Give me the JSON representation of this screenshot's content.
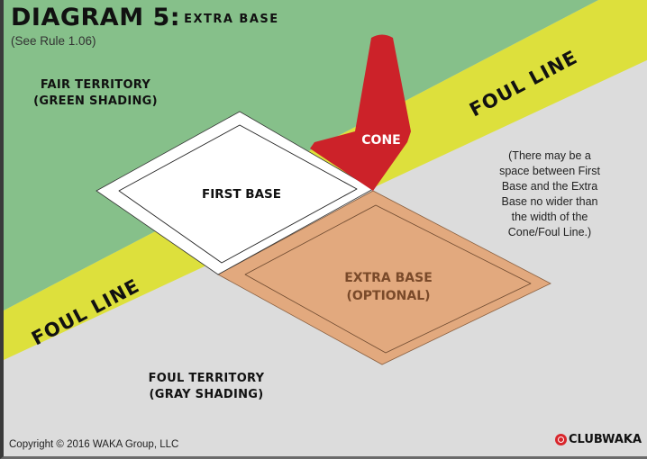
{
  "header": {
    "title": "DIAGRAM 5:",
    "subtitle": "EXTRA BASE",
    "rule_reference": "(See Rule 1.06)"
  },
  "regions": {
    "fair_territory": {
      "line1": "FAIR TERRITORY",
      "line2": "(GREEN SHADING)",
      "color": "#86c08a"
    },
    "foul_territory": {
      "line1": "FOUL TERRITORY",
      "line2": "(GRAY SHADING)",
      "color": "#dcdcdc"
    },
    "foul_line": {
      "label_upper": "FOUL LINE",
      "label_lower": "FOUL LINE",
      "color": "#dde03c"
    }
  },
  "objects": {
    "cone": {
      "label": "CONE",
      "color": "#cc2229"
    },
    "first_base": {
      "label": "FIRST BASE",
      "color": "#ffffff"
    },
    "extra_base": {
      "line1": "EXTRA BASE",
      "line2": "(OPTIONAL)",
      "color": "#e2a97e",
      "text_color": "#7a4a2a"
    }
  },
  "note": {
    "lines": [
      "(There may be a",
      "space between First",
      "Base and the Extra",
      "Base no wider than",
      "the width of the",
      "Cone/Foul Line.)"
    ]
  },
  "footer": {
    "copyright": "Copyright © 2016 WAKA Group, LLC",
    "brand": "CLUBWAKA"
  }
}
